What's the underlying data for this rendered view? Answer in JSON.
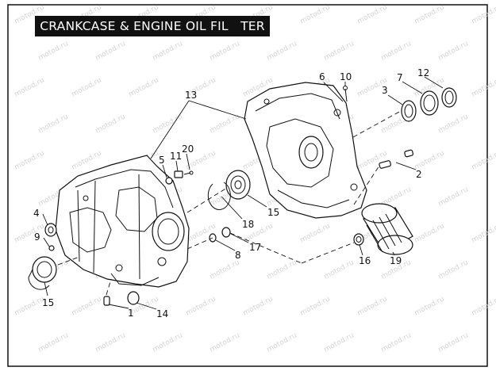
{
  "title": "CRANKCASE & ENGINE OIL FIL   TER",
  "watermark": "motod.ru",
  "callouts": {
    "c1": "1",
    "c2": "2",
    "c3": "3",
    "c4": "4",
    "c5": "5",
    "c6": "6",
    "c7": "7",
    "c8": "8",
    "c9": "9",
    "c10": "10",
    "c11": "11",
    "c12": "12",
    "c13": "13",
    "c14": "14",
    "c15a": "15",
    "c15b": "15",
    "c16": "16",
    "c17": "17",
    "c18": "18",
    "c19": "19",
    "c20": "20"
  },
  "colors": {
    "ink": "#111111",
    "background": "#ffffff",
    "frame": "#111111"
  }
}
